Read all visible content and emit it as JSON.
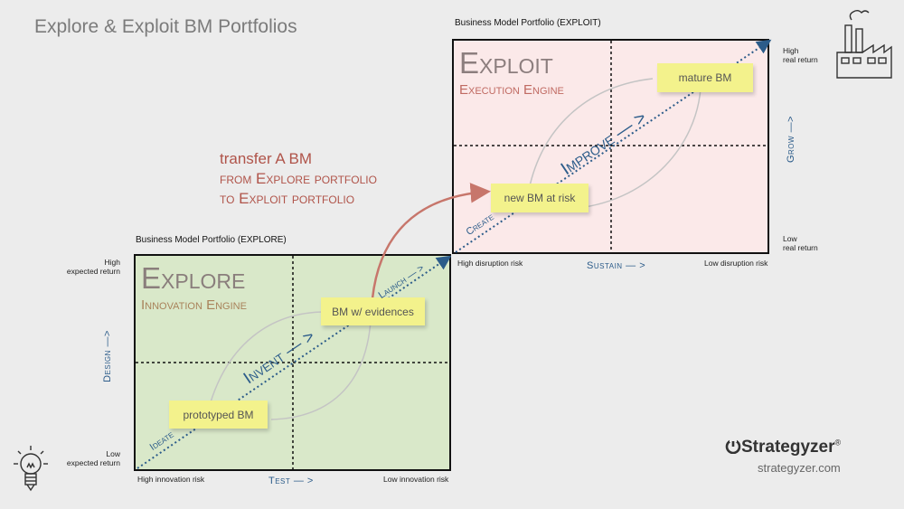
{
  "page_title": "Explore & Exploit BM Portfolios",
  "explore": {
    "portfolio_title": "Business Model Portfolio (EXPLORE)",
    "heading": "Explore",
    "engine": "Innovation Engine",
    "y_high": "High\nexpected return",
    "y_low": "Low\nexpected return",
    "x_left": "High innovation risk",
    "x_right": "Low innovation risk",
    "y_axis": "Design —>",
    "x_axis": "Test — >",
    "stickies": {
      "prototyped": "prototyped BM",
      "evidences": "BM w/ evidences"
    },
    "diagonal": {
      "ideate": "Ideate",
      "invent": "Invent — >",
      "launch": "Launch — >"
    }
  },
  "exploit": {
    "portfolio_title": "Business Model Portfolio (EXPLOIT)",
    "heading": "Exploit",
    "engine": "Execution Engine",
    "y_high": "High\nreal return",
    "y_low": "Low\nreal return",
    "x_left": "High disruption risk",
    "x_right": "Low disruption risk",
    "y_axis": "Grow —>",
    "x_axis": "Sustain — >",
    "stickies": {
      "new": "new BM at risk",
      "mature": "mature BM"
    },
    "diagonal": {
      "create": "Create",
      "improve": "Improve — >"
    }
  },
  "transfer": {
    "line1": "transfer A BM",
    "line2": "from Explore portfolio",
    "line3": "to Exploit portfolio"
  },
  "brand": {
    "name": "Strategyzer",
    "mark": "®",
    "url": "strategyzer.com"
  },
  "colors": {
    "explore_bg": "#d9e8c9",
    "exploit_bg": "#fbe9e9",
    "transfer": "#b0544a",
    "axis": "#2c5c8a",
    "sticky": "#f3f28c"
  },
  "icons": {
    "factory": "factory-icon",
    "bulb": "lightbulb-icon",
    "logo": "strategyzer-logo-icon"
  }
}
